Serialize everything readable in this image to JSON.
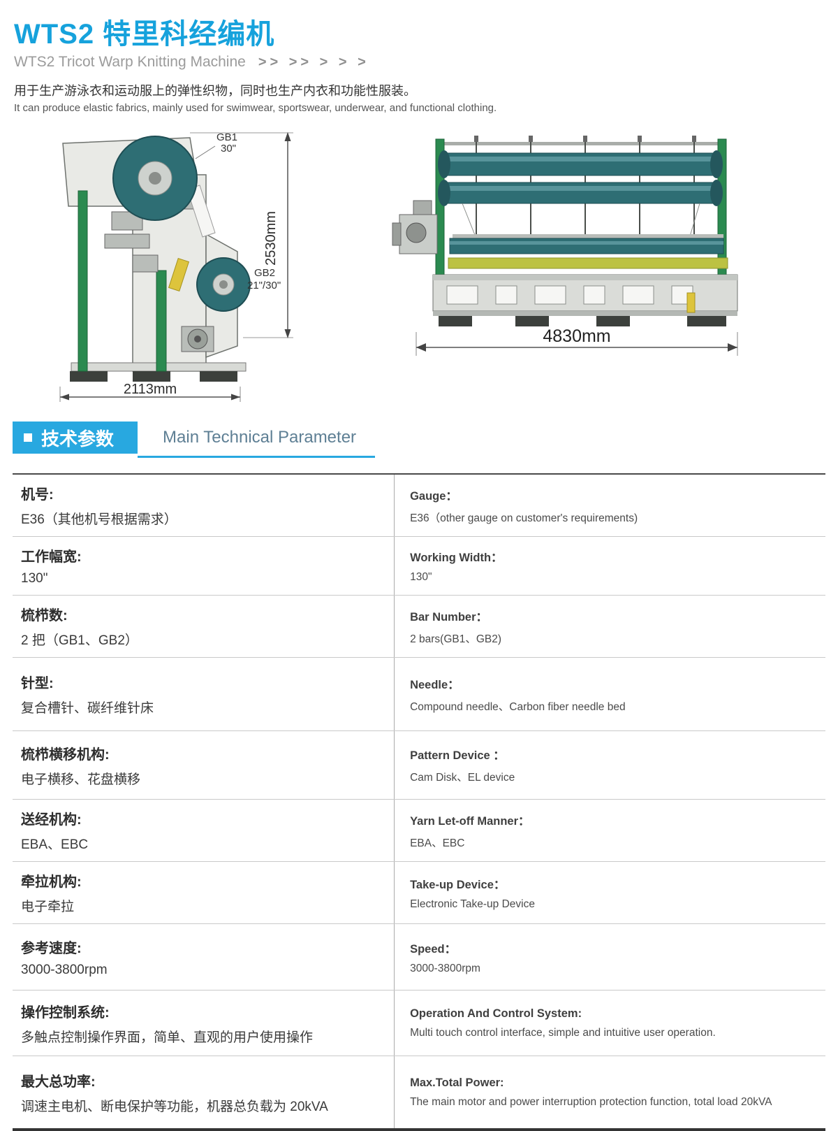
{
  "header": {
    "title_cn": "WTS2 特里科经编机",
    "title_en": "WTS2 Tricot Warp Knitting Machine",
    "chevrons": ">>  >>  >  >  >",
    "desc_cn": "用于生产游泳衣和运动服上的弹性织物，同时也生产内衣和功能性服装。",
    "desc_en": "It can produce elastic fabrics, mainly used for swimwear, sportswear, underwear, and functional clothing."
  },
  "drawings": {
    "side_view": {
      "gb1": "GB1",
      "gb1_size": "30\"",
      "gb2": "GB2",
      "gb2_size": "21\"/30\"",
      "height": "2530mm",
      "width": "2113mm"
    },
    "front_view": {
      "length": "4830mm"
    }
  },
  "section": {
    "title_cn": "技术参数",
    "title_en": "Main Technical Parameter"
  },
  "specs": [
    {
      "cn_label": "机号:",
      "cn_value": "E36（其他机号根据需求）",
      "en_label": "Gauge：",
      "en_value": "E36（other gauge on customer's requirements)"
    },
    {
      "cn_label": "工作幅宽:",
      "cn_value": "130\"",
      "en_label": "Working Width：",
      "en_value": "130\""
    },
    {
      "cn_label": "梳栉数:",
      "cn_value": "2 把（GB1、GB2）",
      "en_label": "Bar Number：",
      "en_value": "2 bars(GB1、GB2)"
    },
    {
      "cn_label": "针型:",
      "cn_value": "复合槽针、碳纤维针床",
      "en_label": "Needle：",
      "en_value": "Compound needle、Carbon fiber needle bed"
    },
    {
      "cn_label": "梳栉横移机构:",
      "cn_value": "电子横移、花盘横移",
      "en_label": "Pattern Device ：",
      "en_value": "Cam Disk、EL device"
    },
    {
      "cn_label": "送经机构:",
      "cn_value": "EBA、EBC",
      "en_label": "Yarn Let-off Manner：",
      "en_value": "EBA、EBC"
    },
    {
      "cn_label": "牵拉机构:",
      "cn_value": "电子牵拉",
      "en_label": "Take-up Device：",
      "en_value": "Electronic Take-up Device"
    },
    {
      "cn_label": "参考速度:",
      "cn_value": "3000-3800rpm",
      "en_label": "Speed：",
      "en_value": "3000-3800rpm"
    },
    {
      "cn_label": "操作控制系统:",
      "cn_value": "多触点控制操作界面，简单、直观的用户使用操作",
      "en_label": "Operation And Control System:",
      "en_value": "Multi touch control interface, simple and intuitive user operation."
    },
    {
      "cn_label": "最大总功率:",
      "cn_value": "调速主电机、断电保护等功能，机器总负载为 20kVA",
      "en_label": "Max.Total Power:",
      "en_value": "The main motor and power interruption protection function,  total load 20kVA"
    }
  ]
}
